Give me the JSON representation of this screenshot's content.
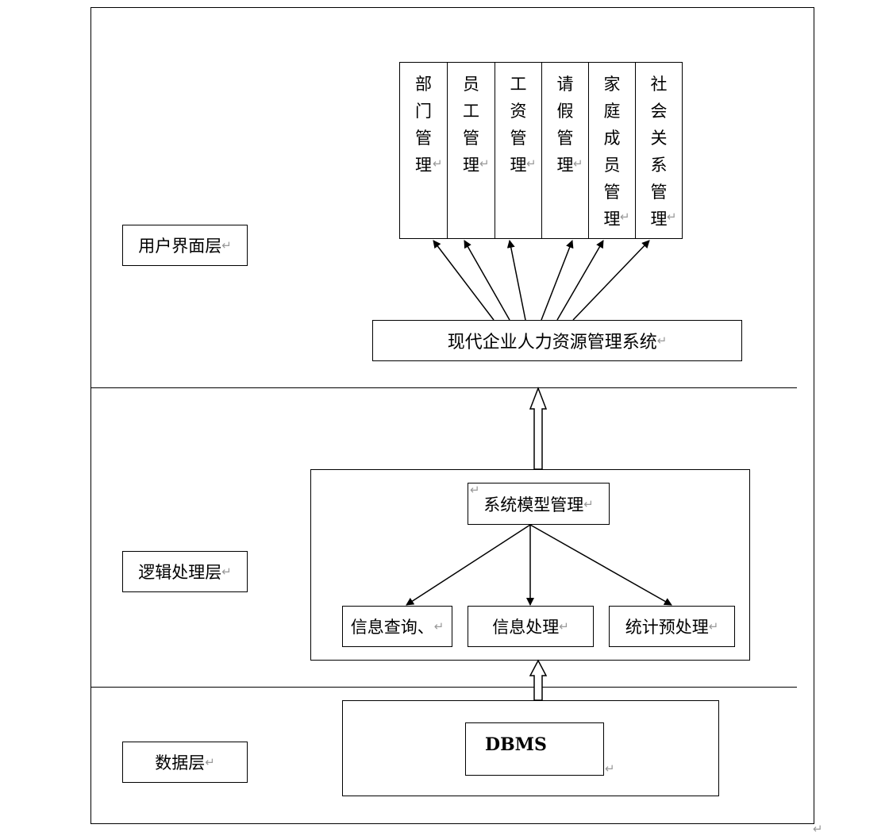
{
  "layers": {
    "ui": "用户界面层",
    "logic": "逻辑处理层",
    "data": "数据层"
  },
  "modules": [
    [
      "部",
      "门",
      "管",
      "理"
    ],
    [
      "员",
      "工",
      "管",
      "理"
    ],
    [
      "工",
      "资",
      "管",
      "理"
    ],
    [
      "请",
      "假",
      "管",
      "理"
    ],
    [
      "家",
      "庭",
      "成",
      "员",
      "管",
      "理"
    ],
    [
      "社",
      "会",
      "关",
      "系",
      "管",
      "理"
    ]
  ],
  "system": "现代企业人力资源管理系统",
  "model_mgmt": "系统模型管理",
  "sub": {
    "query": "信息查询、",
    "process": "信息处理",
    "stats": "统计预处理"
  },
  "dbms": "DBMS",
  "return_mark": "↵"
}
